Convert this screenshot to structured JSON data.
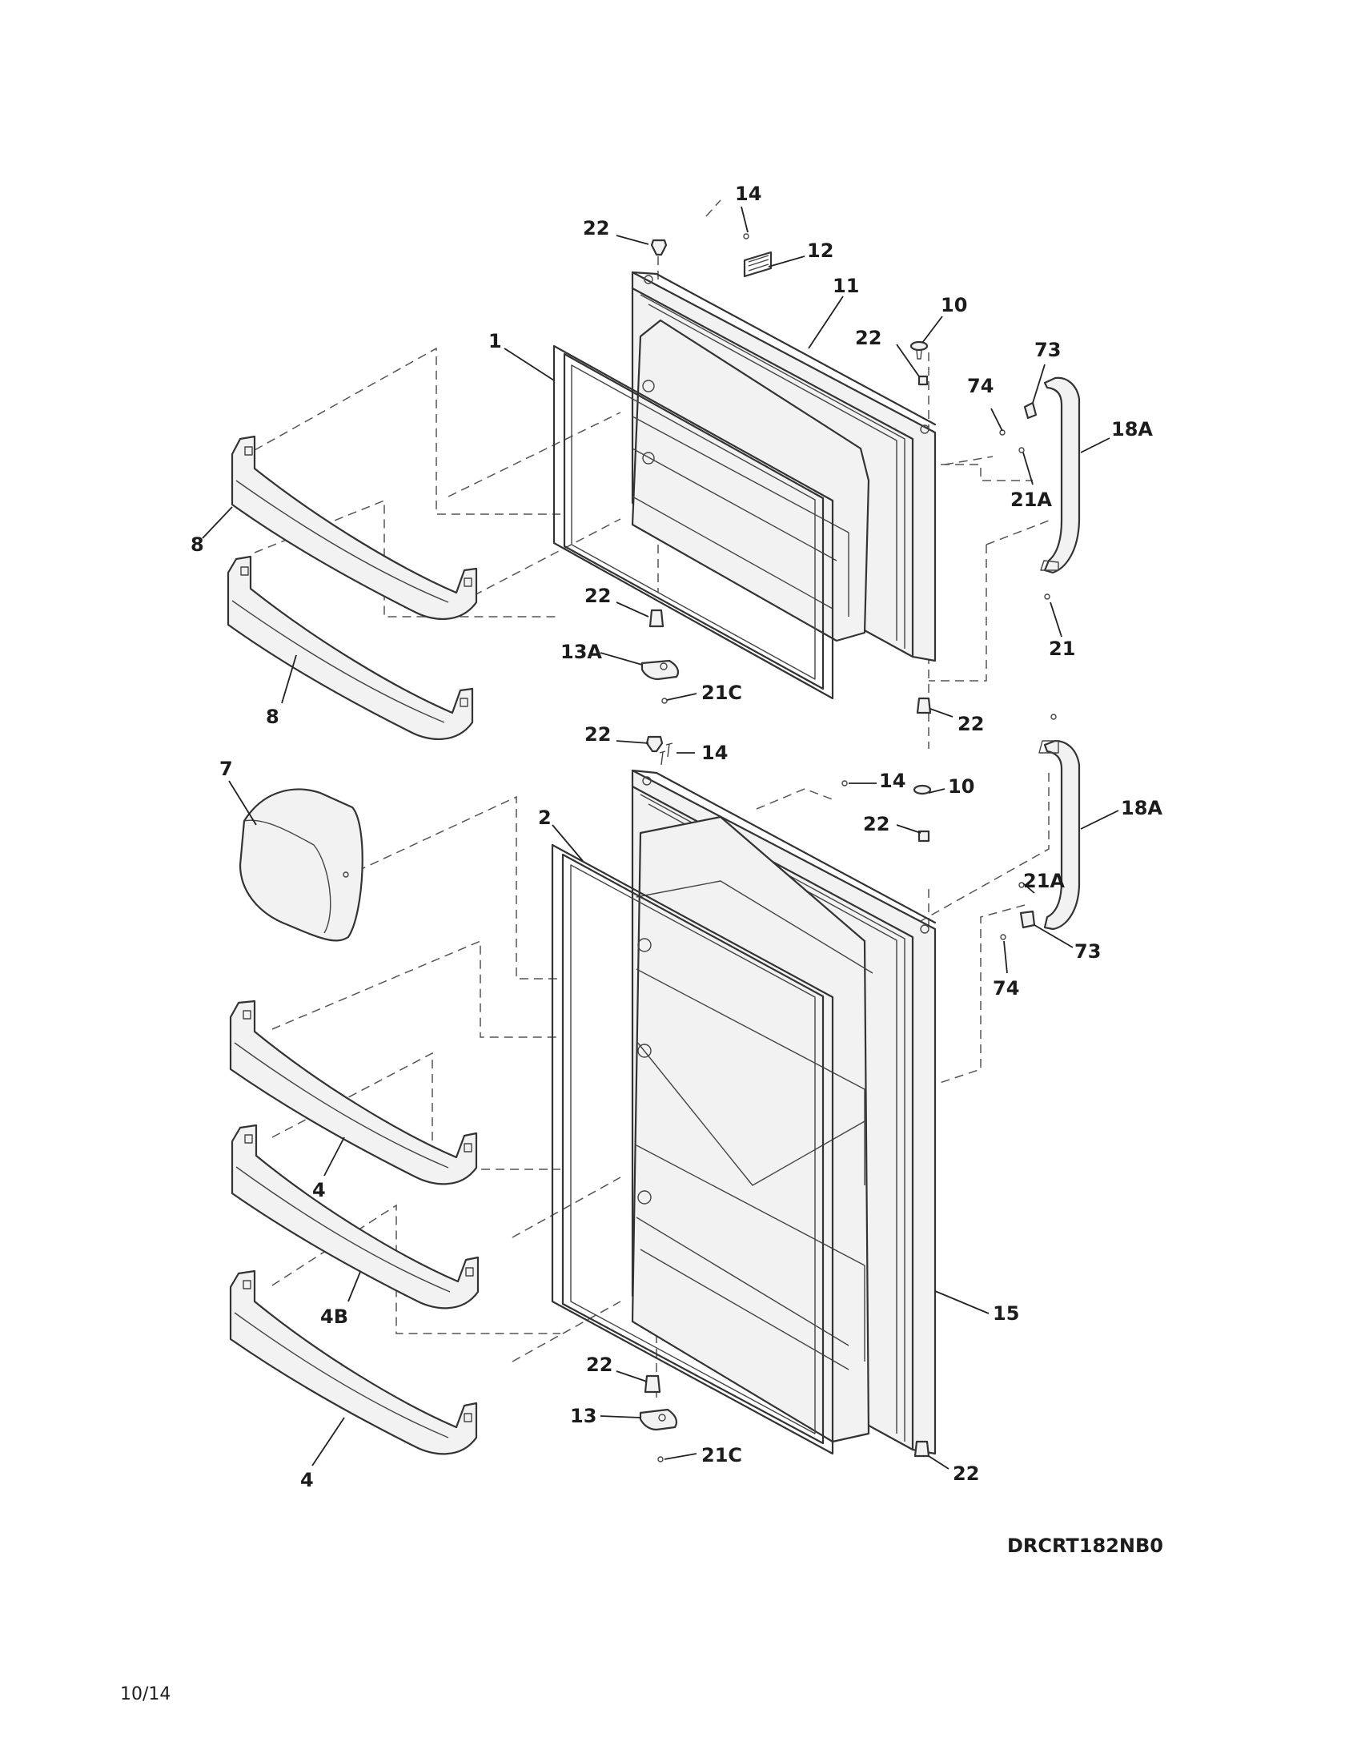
{
  "callouts": [
    {
      "id": "c-14-top",
      "text": "14"
    },
    {
      "id": "c-22-top",
      "text": "22"
    },
    {
      "id": "c-12",
      "text": "12"
    },
    {
      "id": "c-11",
      "text": "11"
    },
    {
      "id": "c-10-top",
      "text": "10"
    },
    {
      "id": "c-1",
      "text": "1"
    },
    {
      "id": "c-22-hinge-top",
      "text": "22"
    },
    {
      "id": "c-73-top",
      "text": "73"
    },
    {
      "id": "c-74-top",
      "text": "74"
    },
    {
      "id": "c-18A-top",
      "text": "18A"
    },
    {
      "id": "c-21A-top",
      "text": "21A"
    },
    {
      "id": "c-8-upper",
      "text": "8"
    },
    {
      "id": "c-22-fz-bottom",
      "text": "22"
    },
    {
      "id": "c-13A",
      "text": "13A"
    },
    {
      "id": "c-21C-top",
      "text": "21C"
    },
    {
      "id": "c-8-lower",
      "text": "8"
    },
    {
      "id": "c-21",
      "text": "21"
    },
    {
      "id": "c-22-fz-right",
      "text": "22"
    },
    {
      "id": "c-22-ff-top",
      "text": "22"
    },
    {
      "id": "c-14-ff-left",
      "text": "14"
    },
    {
      "id": "c-7",
      "text": "7"
    },
    {
      "id": "c-14-ff-right",
      "text": "14"
    },
    {
      "id": "c-10-ff",
      "text": "10"
    },
    {
      "id": "c-18A-bottom",
      "text": "18A"
    },
    {
      "id": "c-2",
      "text": "2"
    },
    {
      "id": "c-22-ff-hinge",
      "text": "22"
    },
    {
      "id": "c-21A-bottom",
      "text": "21A"
    },
    {
      "id": "c-73-bottom",
      "text": "73"
    },
    {
      "id": "c-74-bottom",
      "text": "74"
    },
    {
      "id": "c-4-upper",
      "text": "4"
    },
    {
      "id": "c-4B",
      "text": "4B"
    },
    {
      "id": "c-15",
      "text": "15"
    },
    {
      "id": "c-22-ff-bottom",
      "text": "22"
    },
    {
      "id": "c-13",
      "text": "13"
    },
    {
      "id": "c-21C-bottom",
      "text": "21C"
    },
    {
      "id": "c-4-lower",
      "text": "4"
    },
    {
      "id": "c-22-ff-right",
      "text": "22"
    }
  ],
  "drawing_code": "DRCRT182NB0",
  "page_number": "10/14"
}
